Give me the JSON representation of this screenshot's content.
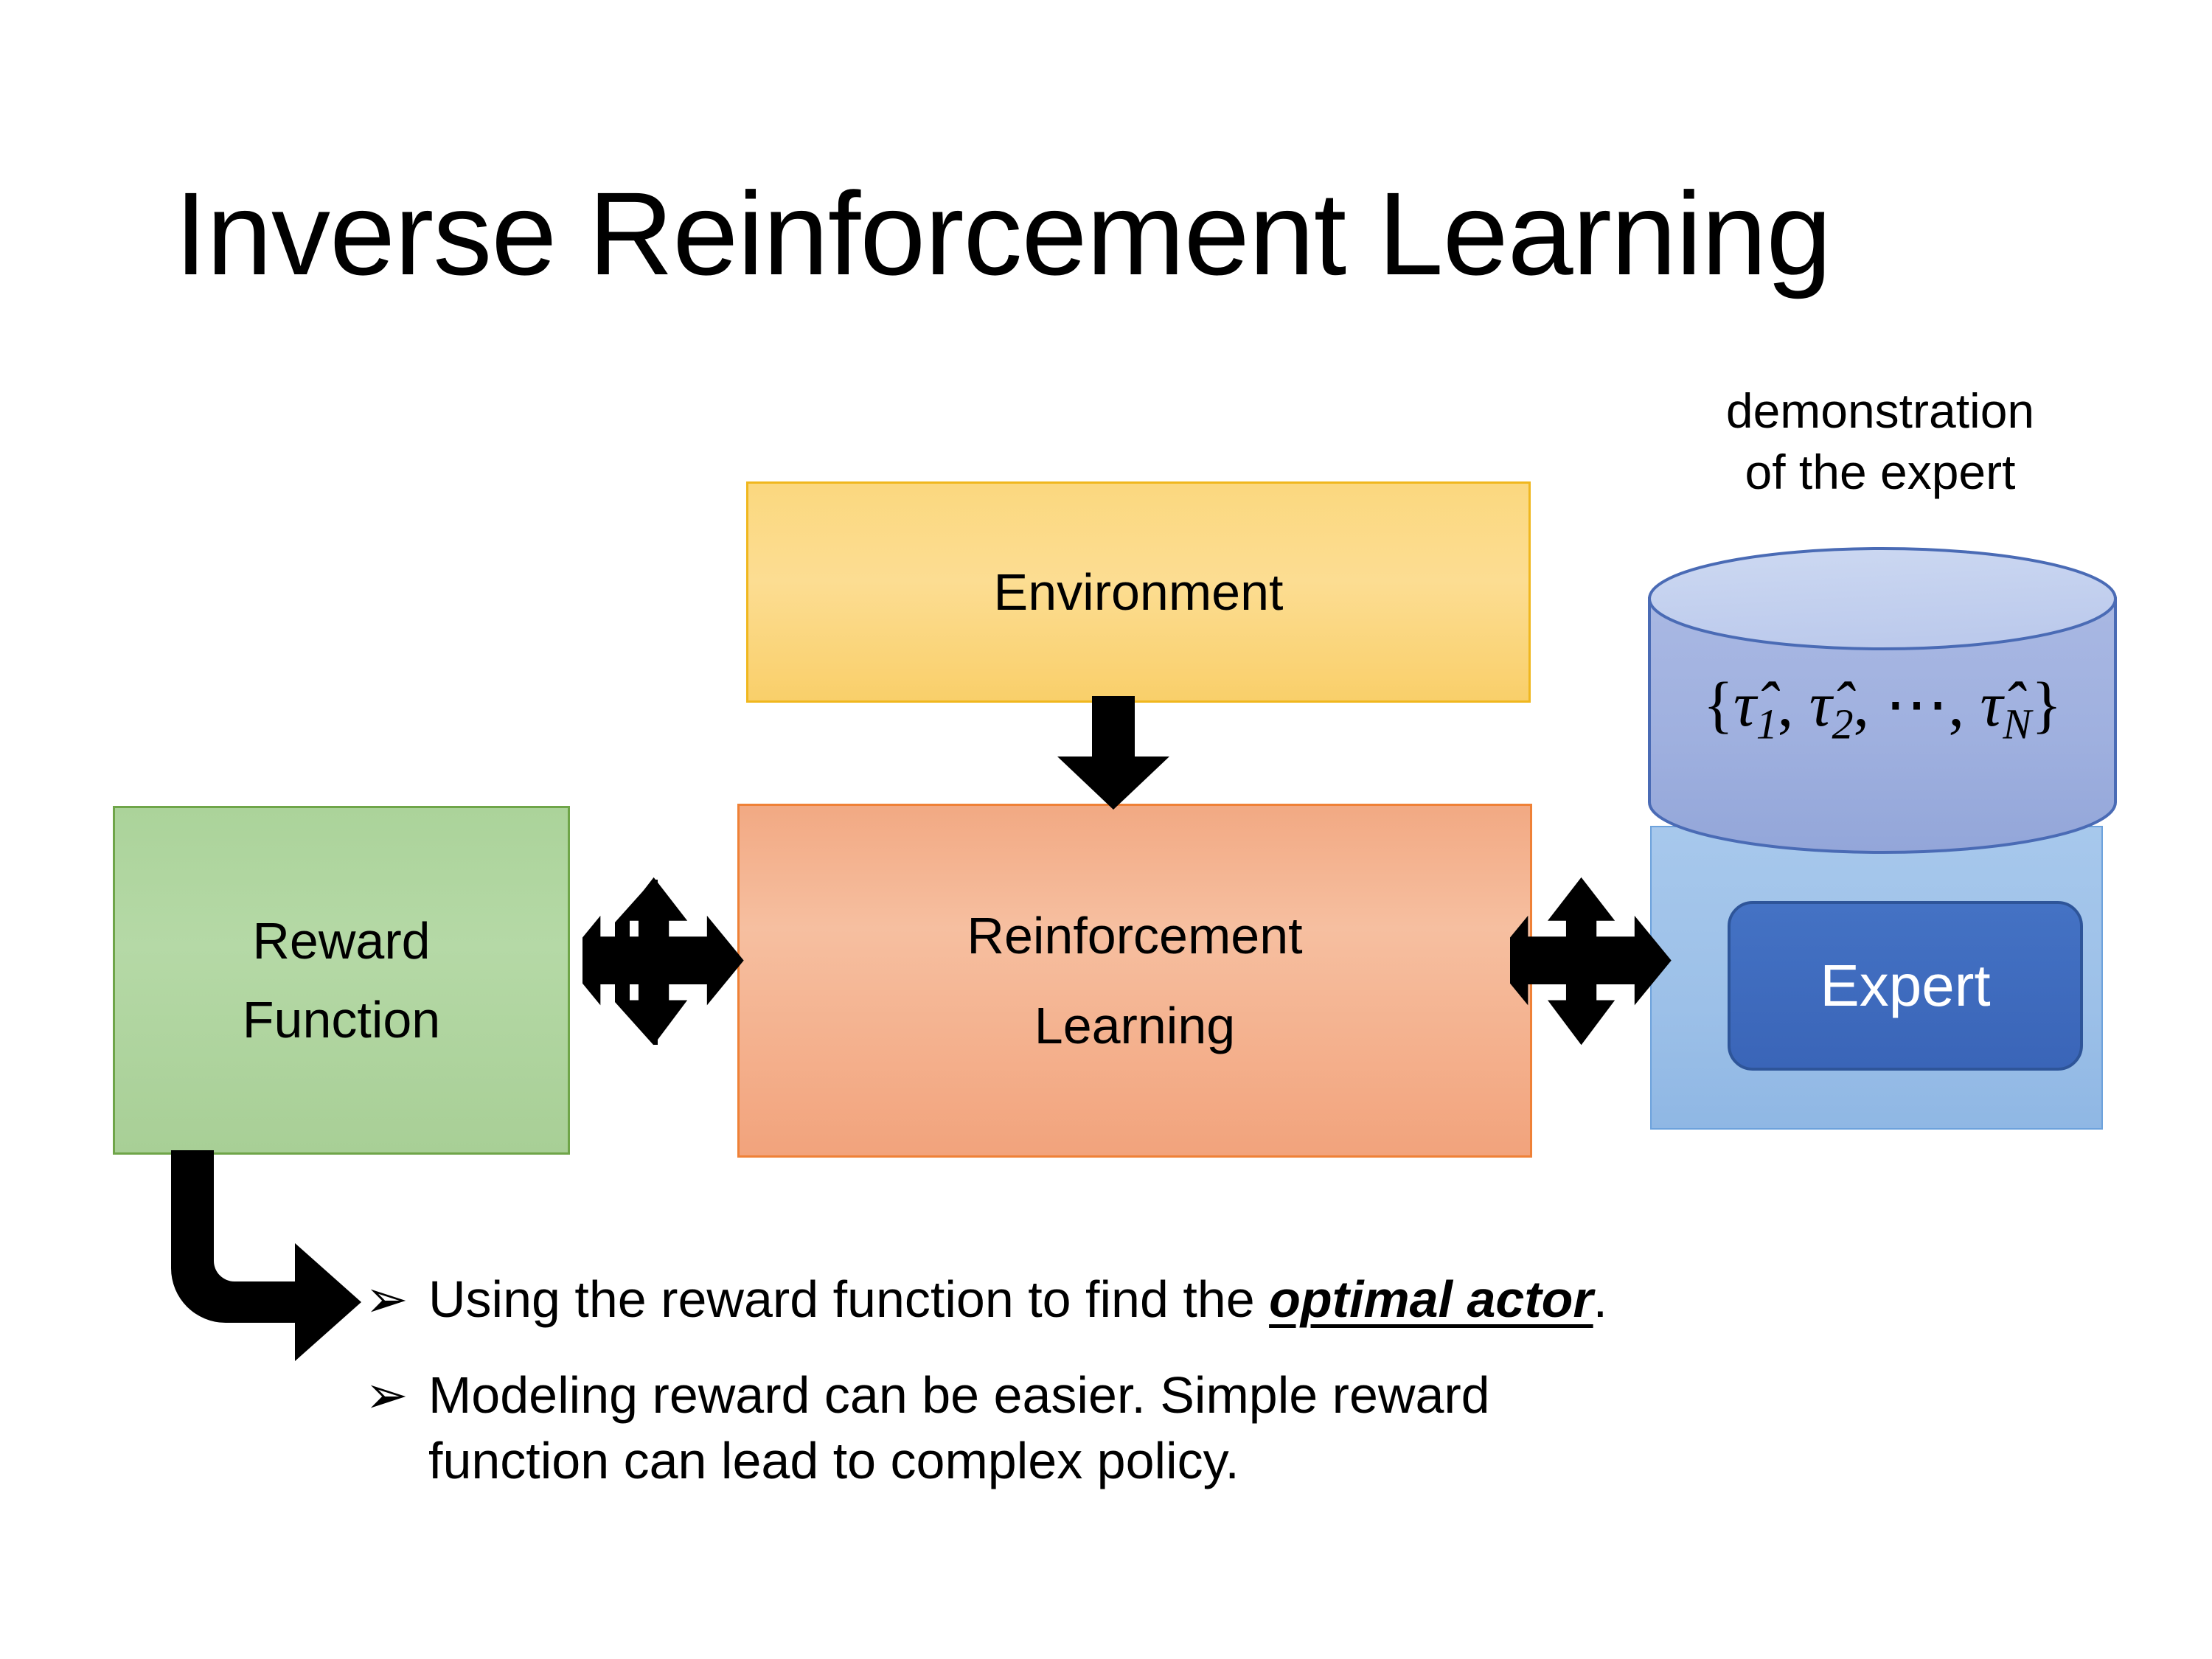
{
  "slide": {
    "title": "Inverse Reinforcement Learning"
  },
  "diagram": {
    "environment": {
      "label": "Environment",
      "fill": "#fbd87f",
      "border": "#f0b71e"
    },
    "reinforcement_learning": {
      "line1": "Reinforcement",
      "line2": "Learning",
      "fill": "#f2a983",
      "border": "#ef8137"
    },
    "reward_function": {
      "line1": "Reward",
      "line2": "Function",
      "fill": "#abd39a",
      "border": "#6fa549"
    },
    "demonstration_label": {
      "line1": "demonstration",
      "line2": "of the expert"
    },
    "trajectory_set": {
      "open": "{",
      "tau1": "τ̂",
      "sub1": "1",
      "comma1": ", ",
      "tau2": "τ̂",
      "sub2": "2",
      "comma2": ", ",
      "ellipsis": "⋯",
      "comma3": ", ",
      "tauN": "τ̂",
      "subN": "N",
      "close": "}",
      "plain": "{τ̂1, τ̂2, ⋯, τ̂N}"
    },
    "expert": {
      "label": "Expert",
      "fill": "#4472c4",
      "border": "#2e5599",
      "text_color": "#ffffff"
    },
    "container": {
      "fill": "#9cc0e8",
      "border": "#6da2dc"
    },
    "cylinder": {
      "body_fill": "#9aaedd",
      "top_fill": "#c6d4ef",
      "border": "#4a6bb5"
    },
    "arrows": {
      "environment_to_rl": "down-arrow",
      "reward_to_rl": "quad-arrow",
      "rl_to_expert": "quad-arrow",
      "reward_to_bullets": "bent-arrow",
      "color": "#000000"
    }
  },
  "bullets": [
    {
      "marker": "➢",
      "pre": "Using the reward function to find the ",
      "emph": "optimal actor",
      "post": "."
    },
    {
      "marker": "➢",
      "line1": "Modeling reward can be easier. Simple reward",
      "line2": "function can lead to complex policy."
    }
  ]
}
